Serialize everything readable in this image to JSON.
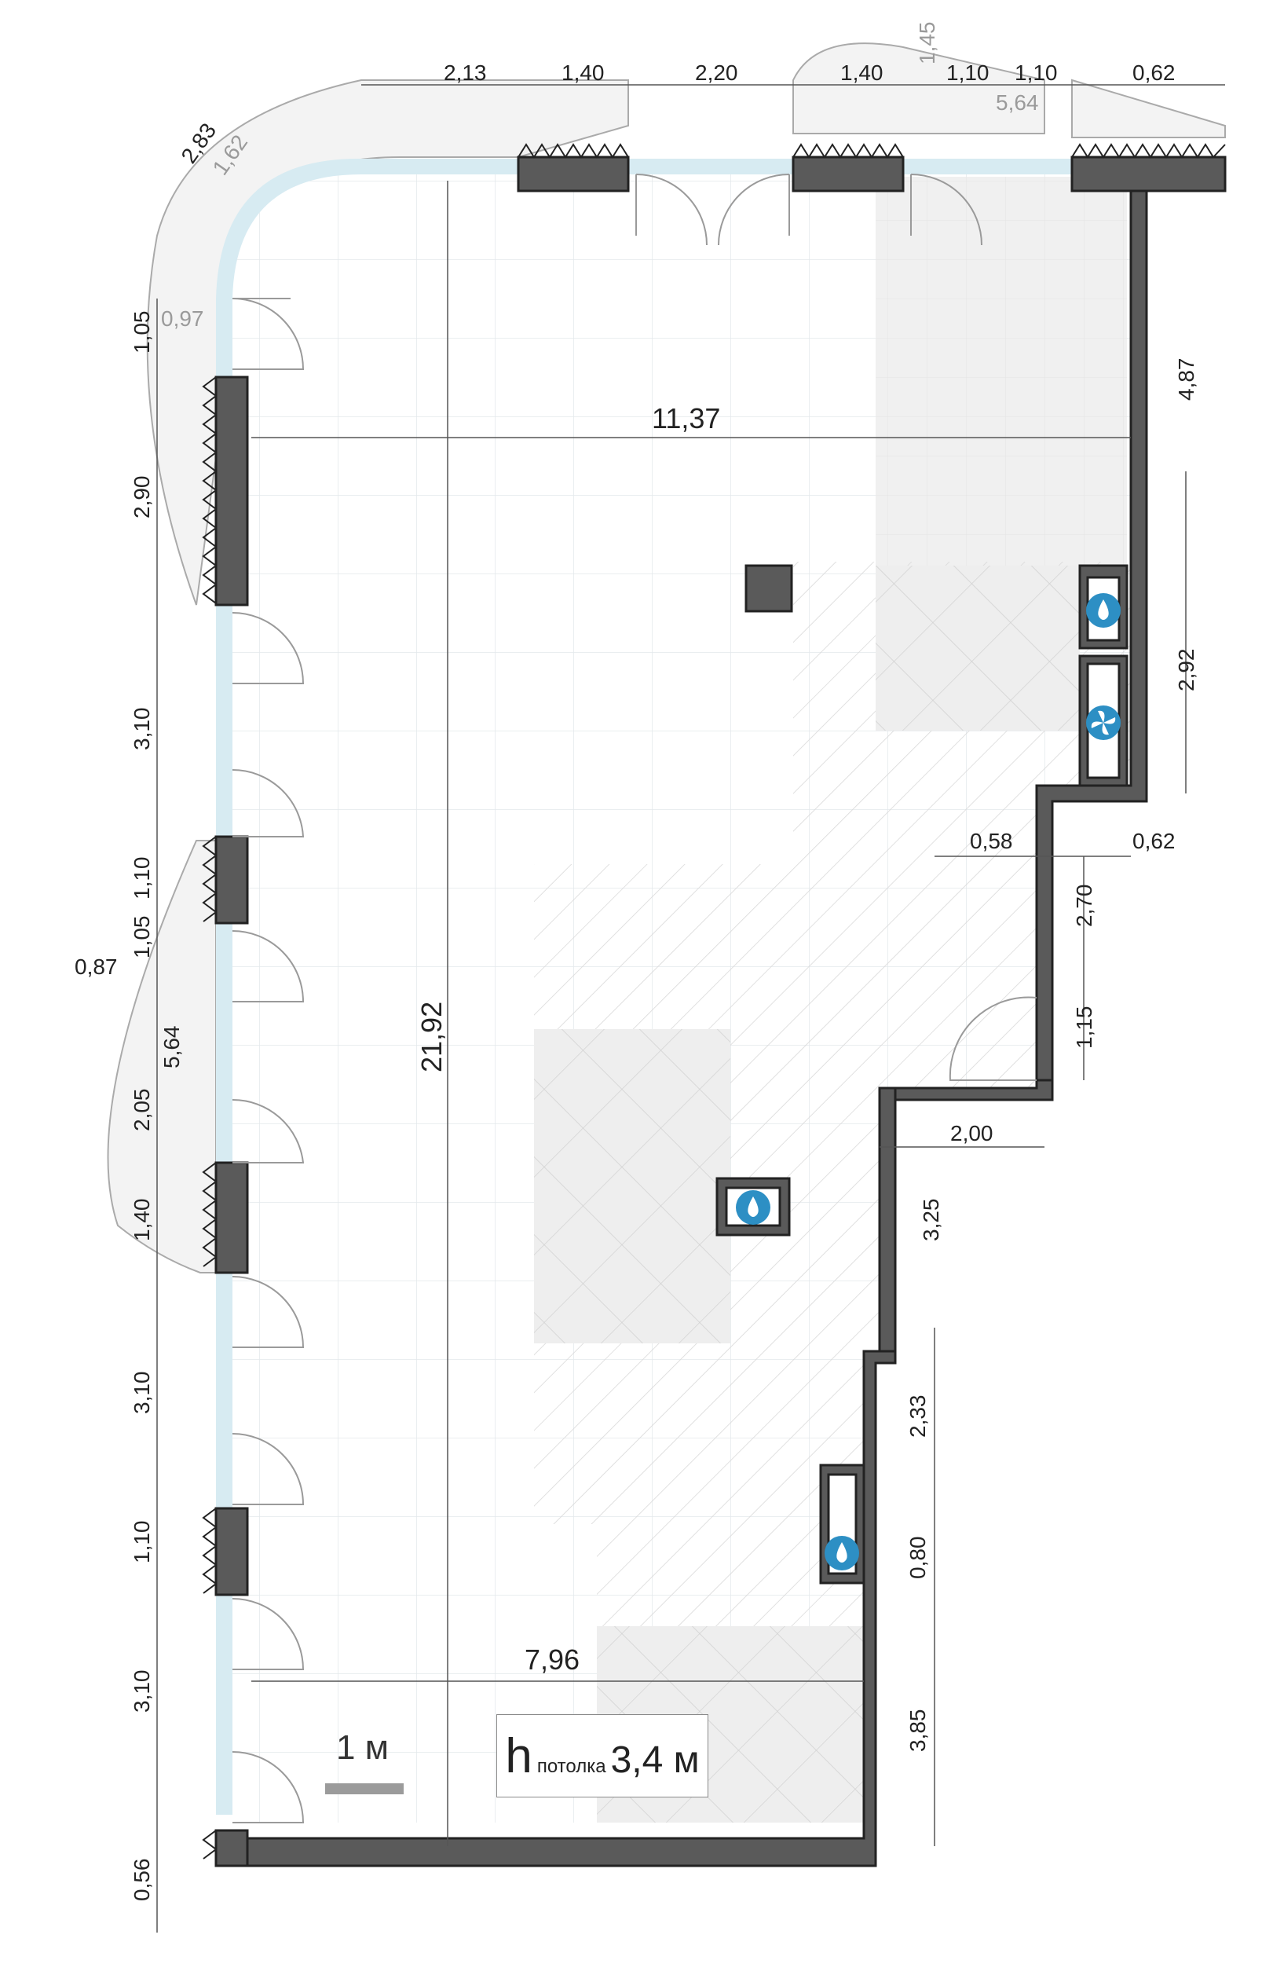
{
  "plan": {
    "ceiling": {
      "symbol": "h",
      "label": "потолка",
      "value": "3,4 м"
    },
    "scale_label": "1 м",
    "dimensions": {
      "top": [
        "2,13",
        "1,40",
        "2,20",
        "1,40",
        "1,45",
        "1,10",
        "1,10",
        "0,62",
        "5,64"
      ],
      "corner": [
        "2,83",
        "1,62",
        "0,97"
      ],
      "left": [
        "1,05",
        "2,90",
        "3,10",
        "1,10",
        "1,05",
        "0,87",
        "5,64",
        "2,05",
        "1,40",
        "3,10",
        "1,10",
        "3,10",
        "0,56"
      ],
      "right": [
        "4,87",
        "2,92",
        "0,58",
        "0,62",
        "2,70",
        "1,15",
        "2,00",
        "3,25",
        "2,33",
        "0,80",
        "3,85"
      ],
      "interior": [
        "11,37",
        "21,92",
        "7,96"
      ]
    },
    "icons": [
      "water-drop-icon",
      "ventilation-fan-icon",
      "water-drop-icon",
      "water-drop-icon"
    ]
  }
}
